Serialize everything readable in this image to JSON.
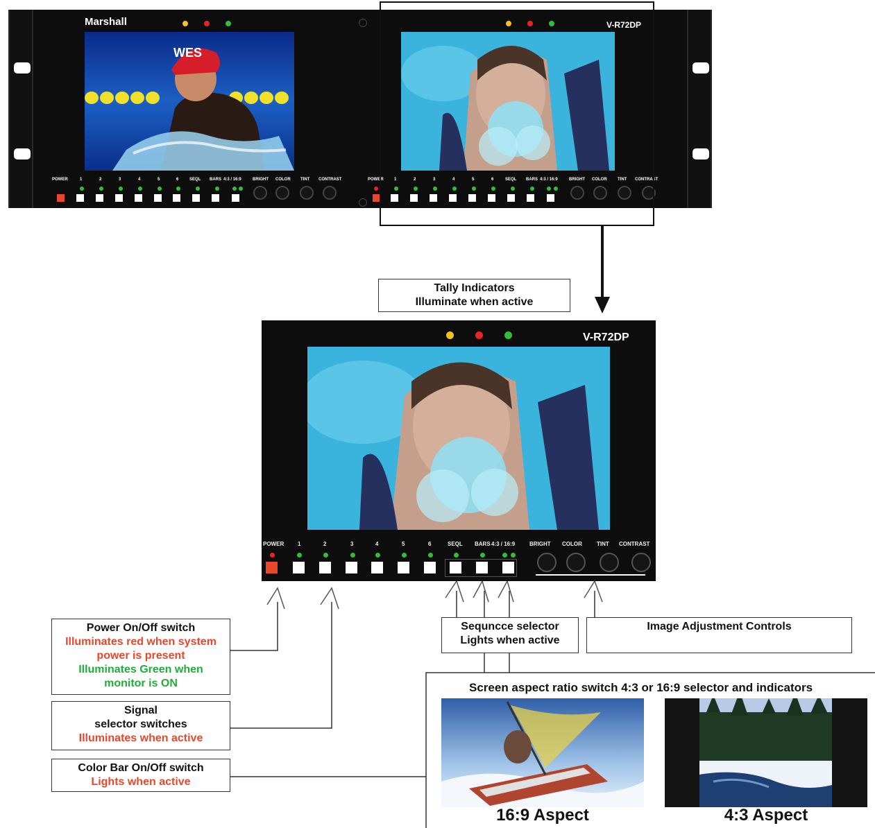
{
  "rack": {
    "brand": "Marshall",
    "model": "V-R72DP",
    "control_labels": [
      "POWER",
      "1",
      "2",
      "3",
      "4",
      "5",
      "6",
      "SEQL",
      "BARS",
      "4:3 / 16:9",
      "BRIGHT",
      "COLOR",
      "TINT",
      "CONTRAST"
    ]
  },
  "detail": {
    "model": "V-R72DP",
    "control_labels": [
      "POWER",
      "1",
      "2",
      "3",
      "4",
      "5",
      "6",
      "SEQL",
      "BARS",
      "4:3 / 16:9",
      "BRIGHT",
      "COLOR",
      "TINT",
      "CONTRAST"
    ]
  },
  "callouts": {
    "tally": {
      "line1": "Tally Indicators",
      "line2": "Illuminate when active"
    },
    "power": {
      "title": "Power On/Off switch",
      "red_line1": "Illuminates red when system",
      "red_line2": "power is present",
      "green_line1": "Illuminates Green when",
      "green_line2": "monitor is ON"
    },
    "signal": {
      "line1": "Signal",
      "line2": "selector switches",
      "line3": "Illuminates when active"
    },
    "colorbar": {
      "title": "Color Bar On/Off switch",
      "line2": "Lights when active"
    },
    "sequence": {
      "line1": "Sequncce selector",
      "line2": "Lights when active"
    },
    "image_adjust": {
      "title": "Image Adjustment Controls"
    }
  },
  "aspect": {
    "heading": "Screen aspect ratio switch 4:3 or 16:9 selector and indicators",
    "caption_169": "16:9 Aspect",
    "caption_43": "4:3 Aspect"
  },
  "colors": {
    "power_red": "#e8472b",
    "tally_yellow": "#f3c21b",
    "tally_red": "#e8232b",
    "tally_green": "#2fbf3a",
    "green_text": "#1fae3a"
  }
}
